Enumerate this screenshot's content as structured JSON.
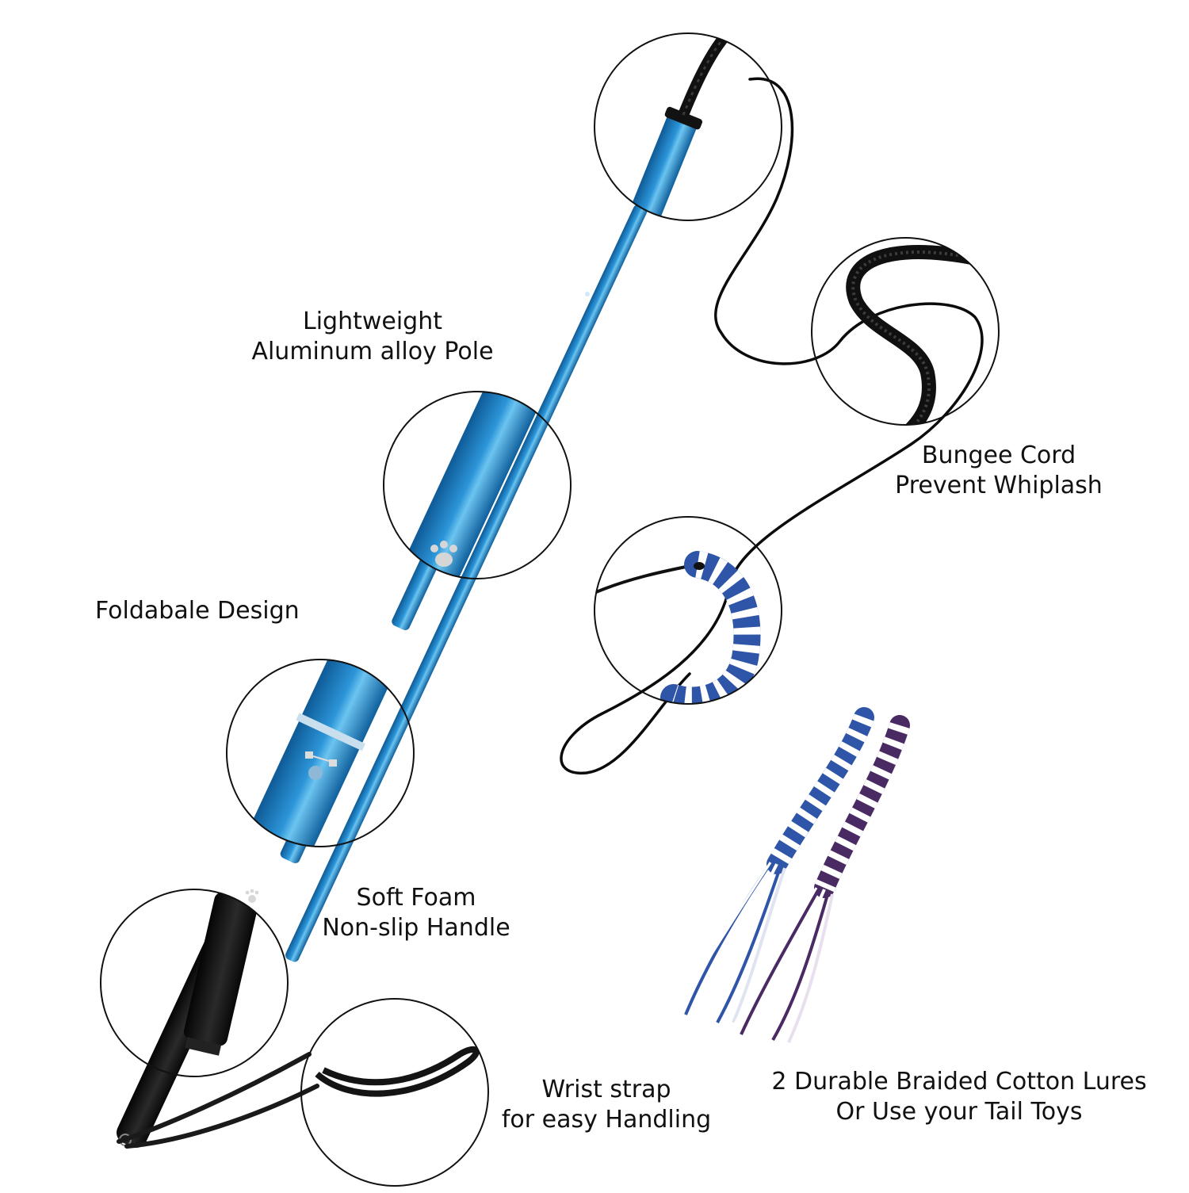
{
  "colors": {
    "background": "#ffffff",
    "pole_blue": "#1c7fc4",
    "pole_highlight": "#6cc4f0",
    "foam_black": "#141414",
    "cord_black": "#0b0b0b",
    "lure_blue": "#2f55a8",
    "lure_purple": "#4a2a63",
    "circle_stroke": "#111111"
  },
  "icons": [
    "paw-print-icon",
    "lock-unlock-icon"
  ],
  "labels": {
    "pole": {
      "line1": "Lightweight",
      "line2": "Aluminum alloy Pole"
    },
    "fold": {
      "line1": "Foldabale Design"
    },
    "bungee": {
      "line1": "Bungee Cord",
      "line2": "Prevent Whiplash"
    },
    "foam": {
      "line1": "Soft Foam",
      "line2": "Non-slip Handle"
    },
    "wrist": {
      "line1": "Wrist strap",
      "line2": "for easy Handling"
    },
    "lures": {
      "line1": "2 Durable Braided Cotton Lures",
      "line2": "Or Use your Tail Toys"
    }
  }
}
